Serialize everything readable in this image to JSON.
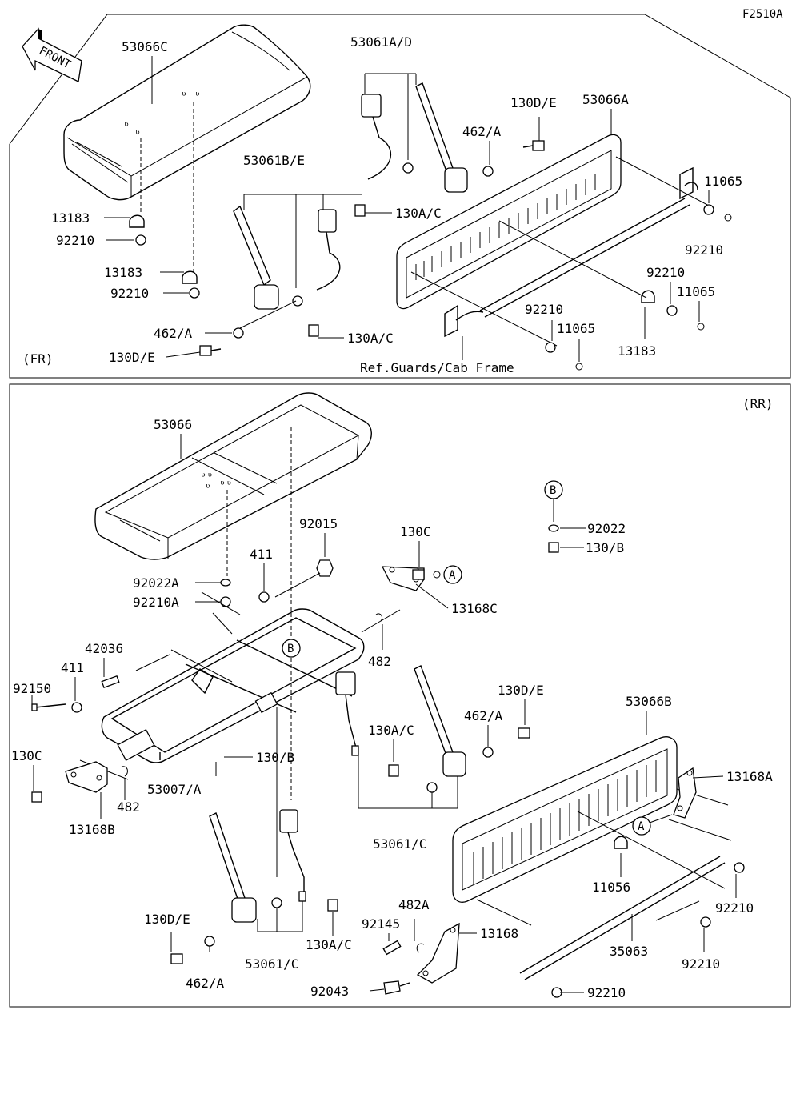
{
  "diagram_code": "F2510A",
  "front_arrow": "FRONT",
  "sections": {
    "front": {
      "tag": "(FR)",
      "ref_note": "Ref.Guards/Cab Frame",
      "labels": {
        "l_53066C": "53066C",
        "l_53061AD": "53061A/D",
        "l_130DE_t": "130D/E",
        "l_53066A": "53066A",
        "l_462A_t": "462/A",
        "l_53061BE": "53061B/E",
        "l_11065_a": "11065",
        "l_130AC_t": "130A/C",
        "l_92210_r1": "92210",
        "l_13183_a": "13183",
        "l_92210_a": "92210",
        "l_13183_b": "13183",
        "l_92210_b": "92210",
        "l_92210_r2": "92210",
        "l_11065_b": "11065",
        "l_92210_r3": "92210",
        "l_11065_c": "11065",
        "l_462A_b": "462/A",
        "l_130AC_b": "130A/C",
        "l_130DE_b": "130D/E",
        "l_13183_c": "13183"
      }
    },
    "rear": {
      "tag": "(RR)",
      "labels": {
        "l_53066": "53066",
        "l_92015": "92015",
        "l_130C_t": "130C",
        "l_411_t": "411",
        "l_92022A": "92022A",
        "l_92210A": "92210A",
        "l_13168C": "13168C",
        "l_42036": "42036",
        "l_482_t": "482",
        "l_411_b": "411",
        "l_92150": "92150",
        "l_130DE_t": "130D/E",
        "l_462A_t": "462/A",
        "l_130AC_t": "130A/C",
        "l_53066B": "53066B",
        "l_130C_b": "130C",
        "l_130B": "130/B",
        "l_53007A": "53007/A",
        "l_13168A": "13168A",
        "l_482_b": "482",
        "l_13168B": "13168B",
        "l_53061C_t": "53061/C",
        "l_11056": "11056",
        "l_92210_r1": "92210",
        "l_130DE_b": "130D/E",
        "l_482A": "482A",
        "l_92145": "92145",
        "l_13168": "13168",
        "l_35063": "35063",
        "l_92210_r2": "92210",
        "l_130AC_b": "130A/C",
        "l_53061C_b": "53061/C",
        "l_462A_b": "462/A",
        "l_92043": "92043",
        "l_92210_r3": "92210"
      },
      "legend_b": {
        "marker": "B",
        "l_92022": "92022",
        "l_130B": "130/B"
      },
      "callouts": {
        "a1": "A",
        "a2": "A",
        "b1": "B"
      }
    }
  }
}
